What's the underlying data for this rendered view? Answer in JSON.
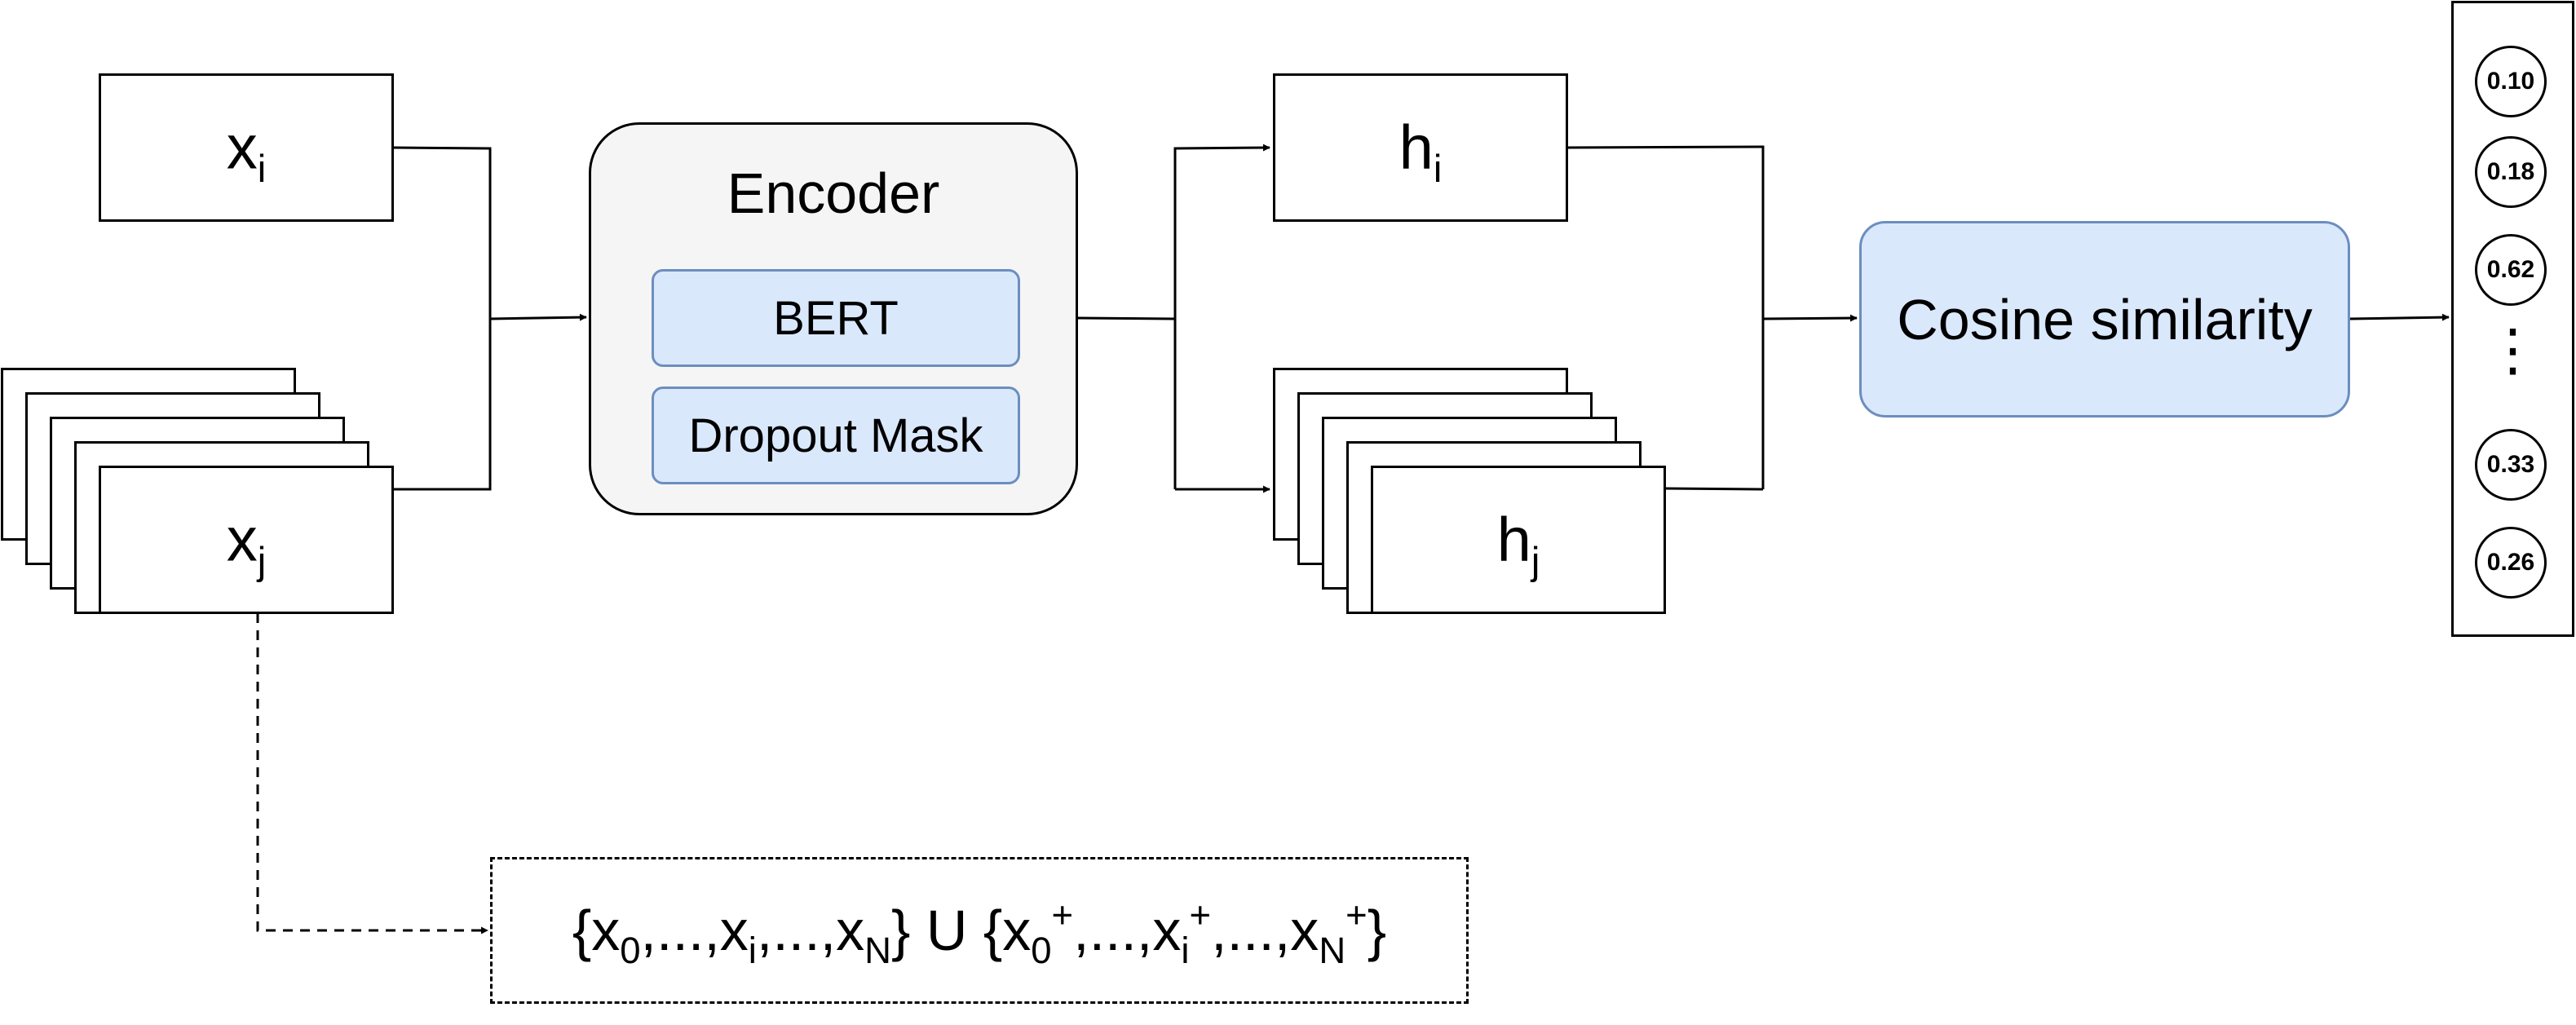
{
  "inputs": {
    "anchor": {
      "base": "x",
      "sub": "i"
    },
    "batch": {
      "base": "x",
      "sub": "j"
    }
  },
  "encoder": {
    "title": "Encoder",
    "modules": [
      "BERT",
      "Dropout Mask"
    ]
  },
  "embeddings": {
    "anchor": {
      "base": "h",
      "sub": "i"
    },
    "batch": {
      "base": "h",
      "sub": "j"
    }
  },
  "similarity": {
    "label": "Cosine similarity"
  },
  "scores": {
    "top": [
      "0.10",
      "0.18",
      "0.62"
    ],
    "ellipsis": "⋮",
    "bottom": [
      "0.33",
      "0.26"
    ]
  },
  "negative_set": {
    "open1": "{x",
    "s1": "0",
    "t1": ",...,x",
    "s2": "i",
    "t2": ",...,x",
    "s3": "N",
    "mid": "} U {x",
    "s4": "0",
    "p1": "+",
    "t3": ",...,x",
    "s5": "i",
    "p2": "+",
    "t4": ",...,x",
    "s6": "N",
    "p3": "+",
    "close": "}"
  }
}
